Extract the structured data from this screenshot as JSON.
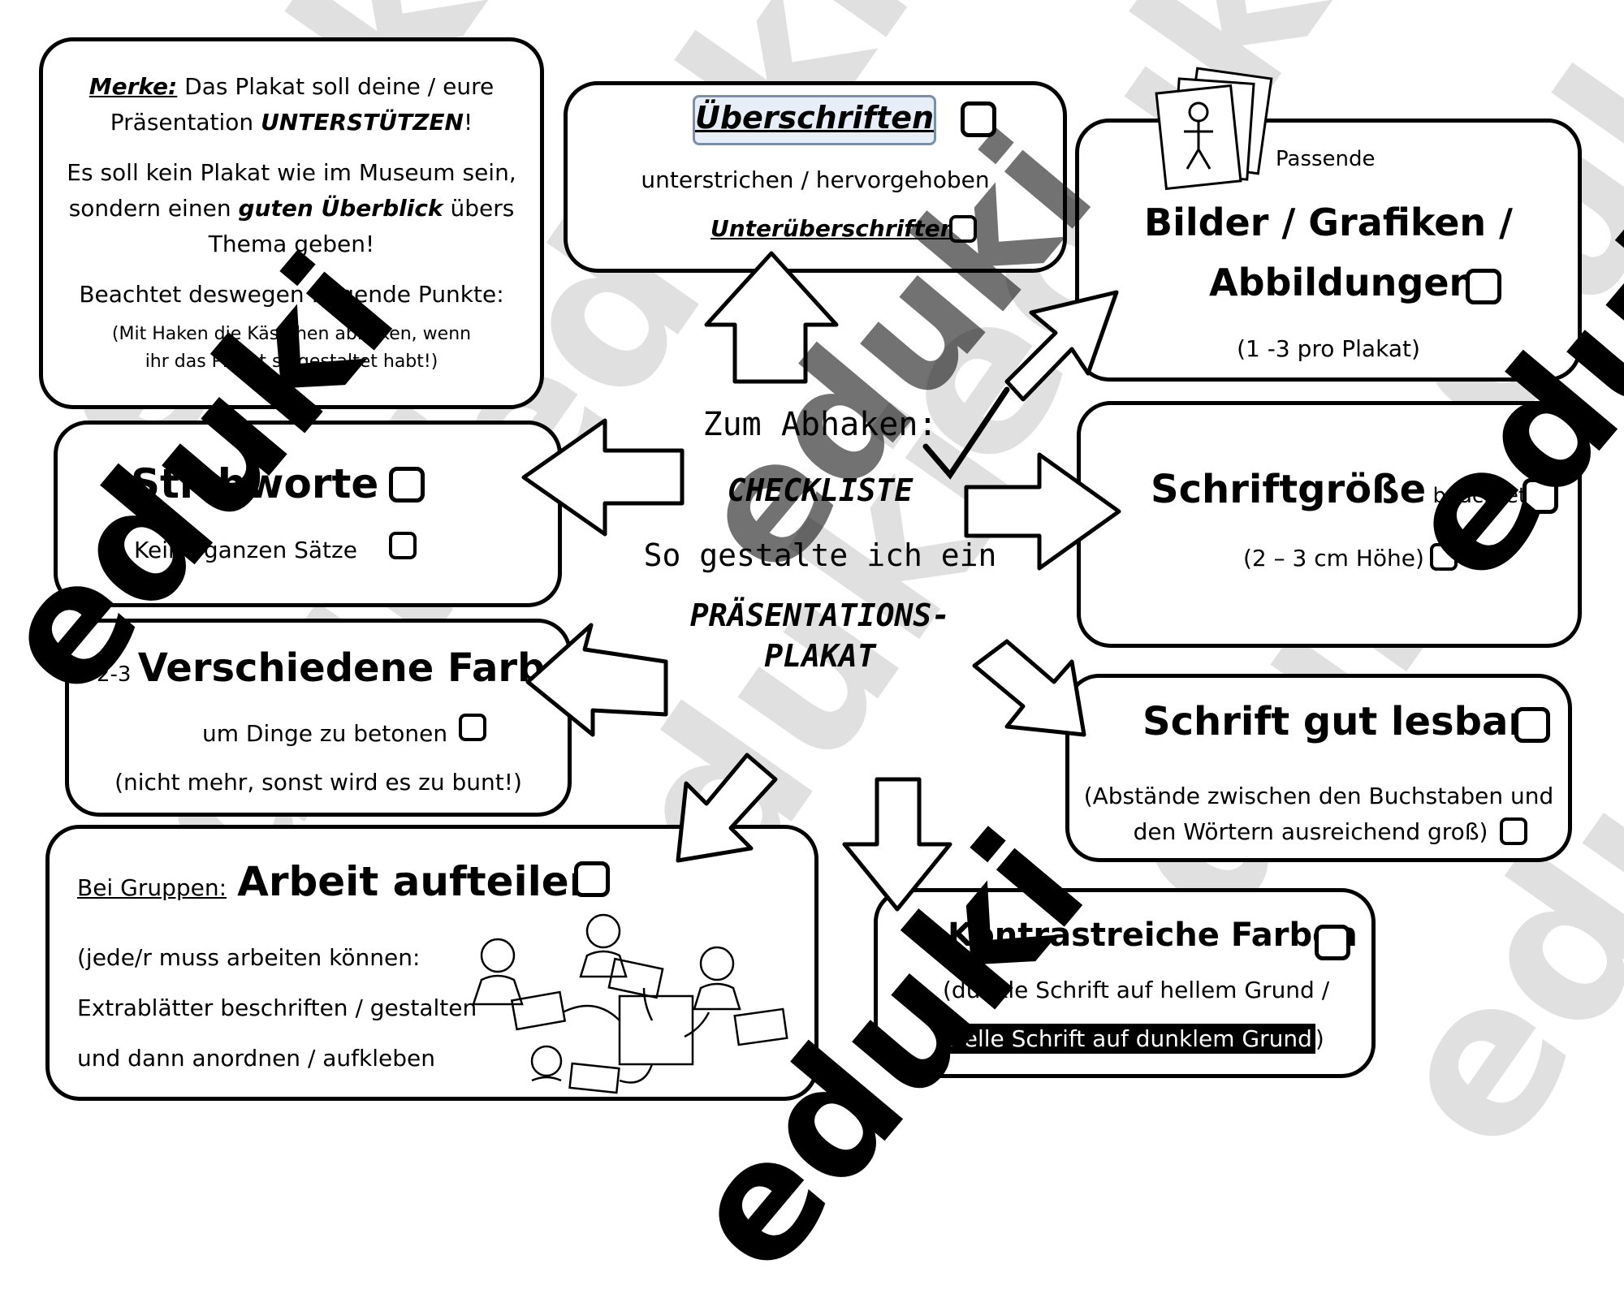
{
  "merke": {
    "label": "Merke:",
    "line1": "Das Plakat soll deine / eure",
    "line2a": "Präsentation ",
    "line2b": "UNTERSTÜTZEN",
    "line2c": "!",
    "line3": "Es soll kein Plakat wie im Museum sein,",
    "line4a": "sondern einen ",
    "line4b": "guten Überblick",
    "line4c": " übers",
    "line5": "Thema geben!",
    "line6": "Beachtet deswegen folgende Punkte:",
    "line7": "(Mit Haken die Kästchen abhaken, wenn",
    "line8": "ihr das Plakat so gestaltet habt!)"
  },
  "ueberschriften": {
    "title": "Überschriften",
    "sub": "unterstrichen / hervorgehoben",
    "sub2": "Unterüberschriften"
  },
  "bilder": {
    "small": "Passende",
    "title1": "Bilder / Grafiken /",
    "title2": "Abbildungen",
    "note": "(1 -3 pro Plakat)"
  },
  "stichworte": {
    "title": "Stichworte",
    "sub": "Keine ganzen Sätze"
  },
  "center": {
    "line1": "Zum Abhaken:",
    "line2": "CHECKLISTE",
    "line3": "So gestalte ich ein",
    "line4": "PRÄSENTATIONS-",
    "line5": "PLAKAT"
  },
  "schriftgroesse": {
    "title": "Schriftgröße",
    "small": " beachtet",
    "note": "(2 – 3 cm Höhe)"
  },
  "farben": {
    "prefix": "2-3 ",
    "title": "Verschiedene Farben",
    "sub": "um Dinge zu betonen",
    "note": "(nicht mehr, sonst wird es zu bunt!)"
  },
  "lesbar": {
    "title": "Schrift gut lesbar",
    "note1": "(Abstände zwischen den Buchstaben und",
    "note2": "den Wörtern ausreichend groß)"
  },
  "arbeit": {
    "prefix": "Bei Gruppen:",
    "title": "Arbeit aufteilen",
    "line1": "(jede/r muss arbeiten können:",
    "line2": "Extrablätter beschriften / gestalten",
    "line3": "und dann anordnen / aufkleben"
  },
  "kontrast": {
    "title": "Kontrastreiche Farben",
    "line1": "(dunkle Schrift auf hellem Grund /",
    "line2": "helle Schrift auf dunklem Grund",
    "line2end": ")"
  },
  "watermark": "eduki"
}
